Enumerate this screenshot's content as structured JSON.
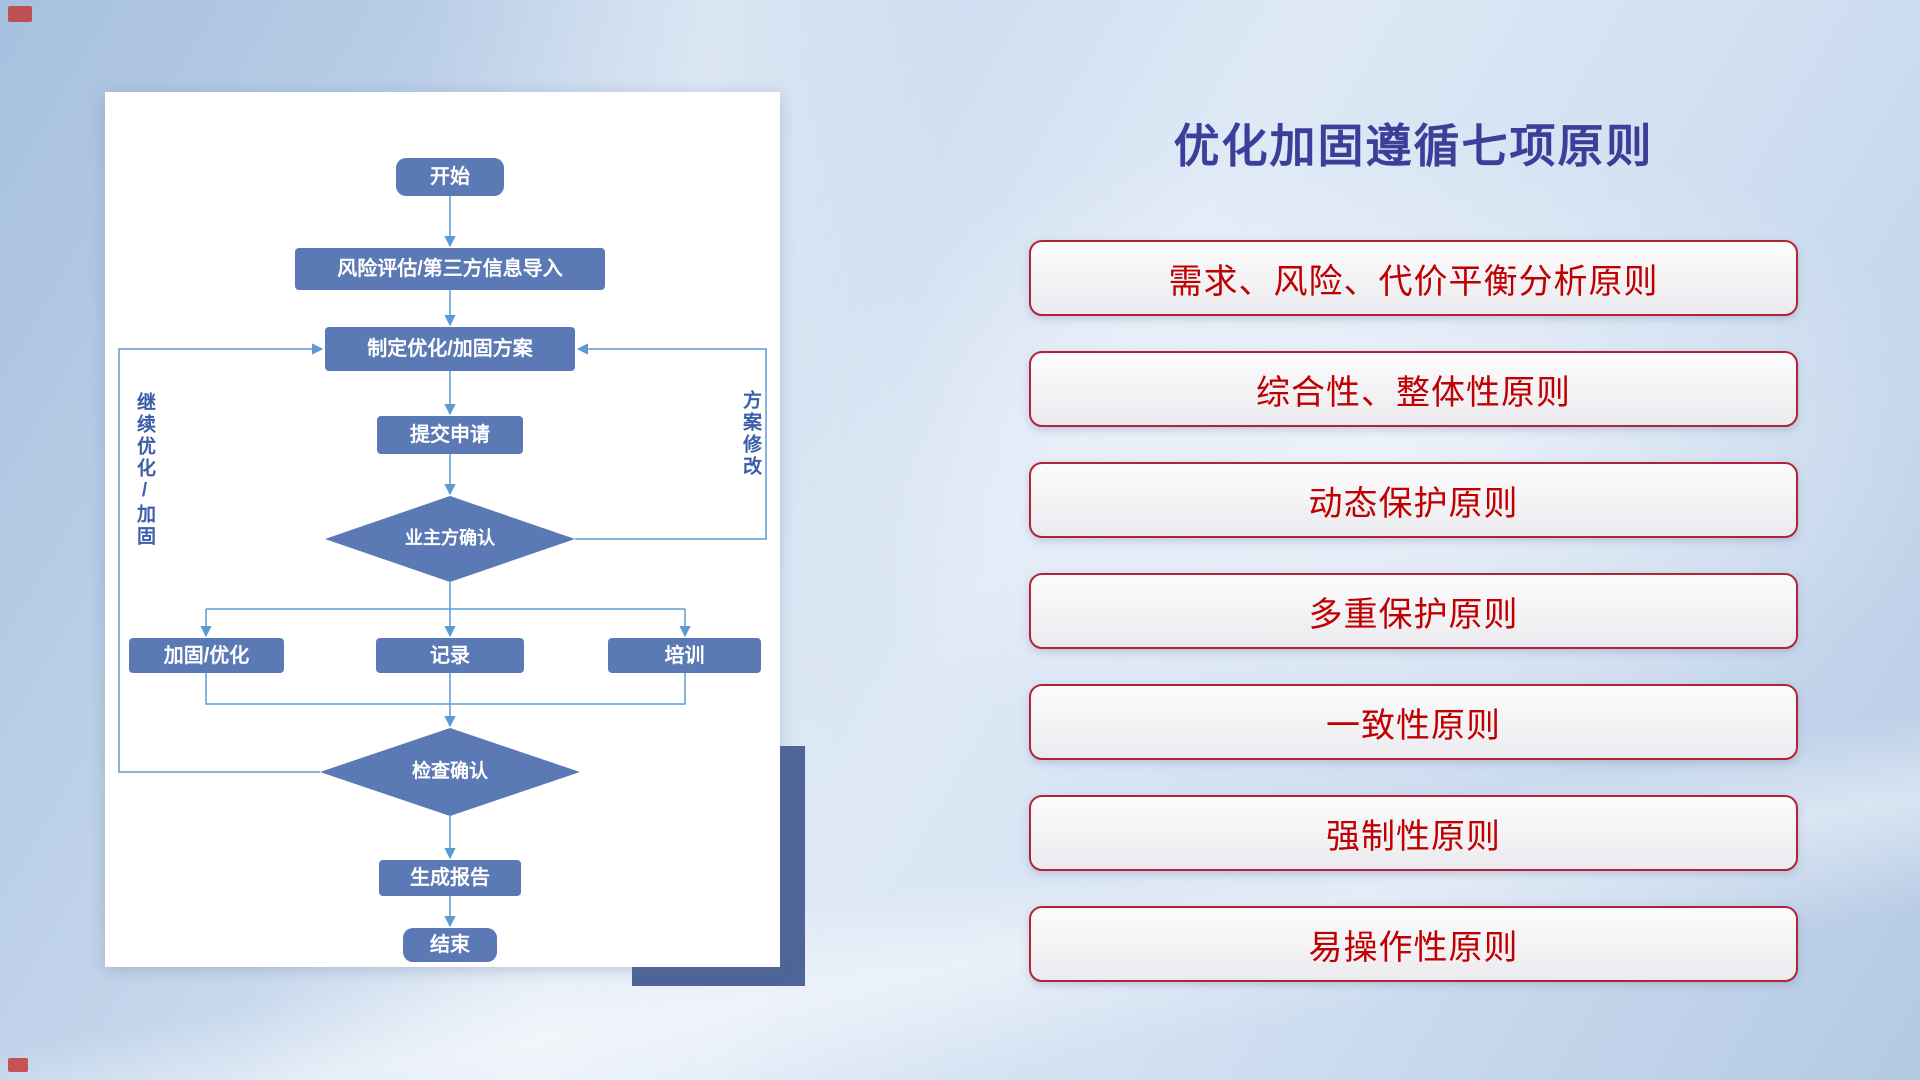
{
  "page": {
    "title": "优化加固遵循七项原则"
  },
  "principles": [
    "需求、风险、代价平衡分析原则",
    "综合性、整体性原则",
    "动态保护原则",
    "多重保护原则",
    "一致性原则",
    "强制性原则",
    "易操作性原则"
  ],
  "flowchart": {
    "nodes": {
      "start": "开始",
      "risk": "风险评估/第三方信息导入",
      "plan": "制定优化/加固方案",
      "submit": "提交申请",
      "owner_confirm": "业主方确认",
      "harden": "加固/优化",
      "record": "记录",
      "training": "培训",
      "check": "检查确认",
      "report": "生成报告",
      "end": "结束"
    },
    "side_labels": {
      "left": "继续优化/加固",
      "right": "方案修改"
    }
  },
  "colors": {
    "node_blue": "#5b79b5",
    "line_blue": "#5b9bd5",
    "title_indigo": "#3c3f99",
    "principle_border": "#b02437",
    "principle_text": "#c00000",
    "card_shadow_rect": "#4f6498"
  }
}
